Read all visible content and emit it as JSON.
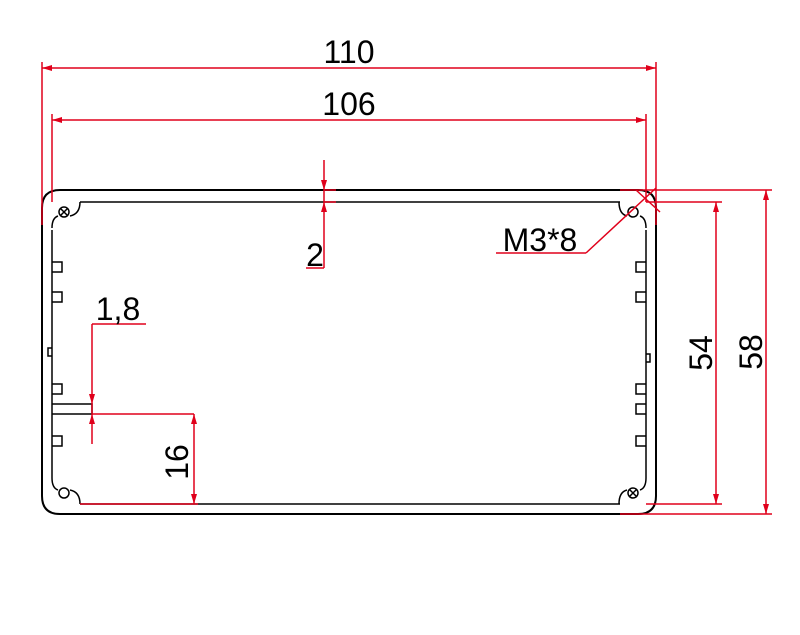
{
  "colors": {
    "outline": "#000000",
    "dimension": "#e0001b",
    "text": "#000000"
  },
  "dimensions": {
    "overall_width": "110",
    "inner_width": "106",
    "wall_thickness": "2",
    "slot_depth": "1,8",
    "slot_height": "16",
    "inner_height": "54",
    "overall_height": "58",
    "screw_hole": "M3*8"
  }
}
